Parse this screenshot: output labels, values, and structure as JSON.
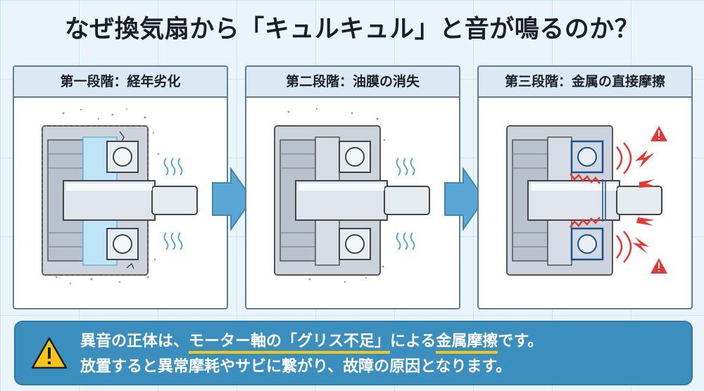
{
  "title": "なぜ換気扇から「キュルキュル」と音が鳴るのか？",
  "panels": [
    {
      "label": "第一段階：経年劣化"
    },
    {
      "label": "第二段階：油膜の消失"
    },
    {
      "label": "第三段階：金属の直接摩擦"
    }
  ],
  "note": {
    "line1_a": "異音の正体は、",
    "line1_hl1": "モーター軸の「グリス不足」",
    "line1_b": "による",
    "line1_hl2": "金属摩擦",
    "line1_c": "です。",
    "line2": "放置すると異常摩耗やサビに繋がり、故障の原因となります。"
  },
  "colors": {
    "panel_border": "#5d7d99",
    "panel_header": "#dbe9f4",
    "arrow": "#5aa7d6",
    "note_bg": "#3a8fbe",
    "highlight": "#f5c518",
    "warning_red": "#e53935",
    "grease": "#bfe3f7"
  },
  "icons": [
    "warning-icon",
    "arrow-right-icon",
    "heat-wave-icon",
    "spark-icon"
  ]
}
